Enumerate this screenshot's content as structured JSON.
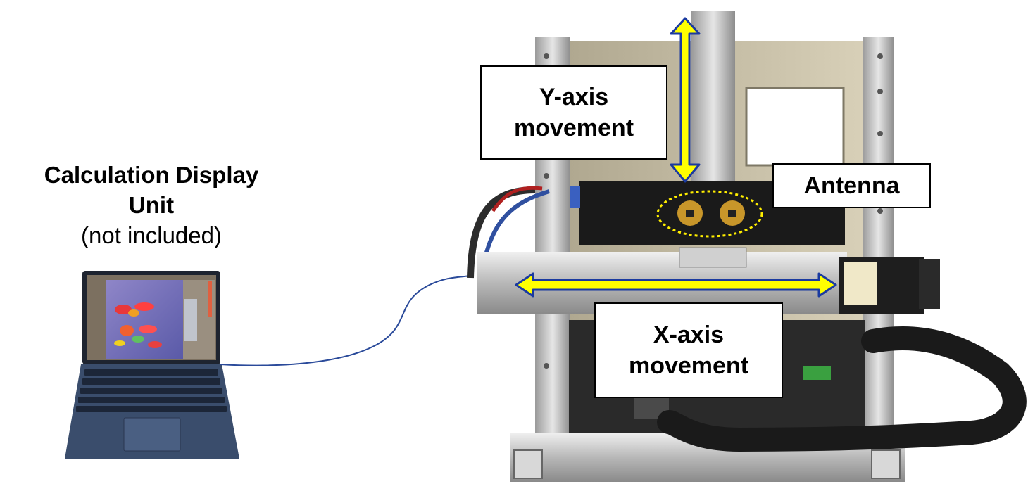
{
  "calc_unit": {
    "title_line1": "Calculation Display",
    "title_line2": "Unit",
    "note": "(not included)"
  },
  "labels": {
    "y_axis_line1": "Y-axis",
    "y_axis_line2": "movement",
    "antenna": "Antenna",
    "x_axis_line1": "X-axis",
    "x_axis_line2": "movement"
  },
  "colors": {
    "arrow_fill": "#ffff00",
    "arrow_stroke": "#1a3aa0",
    "cable": "#2a4a9a",
    "antenna_highlight": "#ffee00",
    "frame_metal": "#c8c8c8",
    "antenna_body": "#1a1a1a",
    "laptop_body": "#2c3e5e"
  }
}
